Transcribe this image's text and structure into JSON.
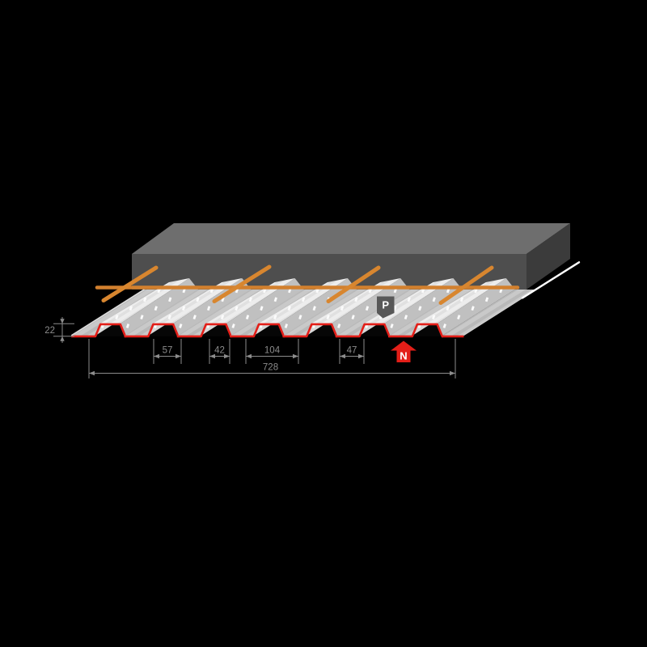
{
  "labels": {
    "p_marker": "P",
    "n_marker": "N"
  },
  "dimensions": {
    "profile_height": "22",
    "rib_bottom_width": "57",
    "rib_top_width": "42",
    "rib_pitch": "104",
    "flange_width": "47",
    "cover_width": "728"
  },
  "colors": {
    "red_outline": "#e31e18",
    "rebar_orange": "#d2802e",
    "dimension_gray": "#8c8c8c",
    "slab_top": "#6e6e6e",
    "slab_front": "#4e4e4e",
    "slab_side": "#3b3b3b",
    "deck_light": "#ededed",
    "deck_mid": "#c9c9c9",
    "background": "#000000"
  }
}
